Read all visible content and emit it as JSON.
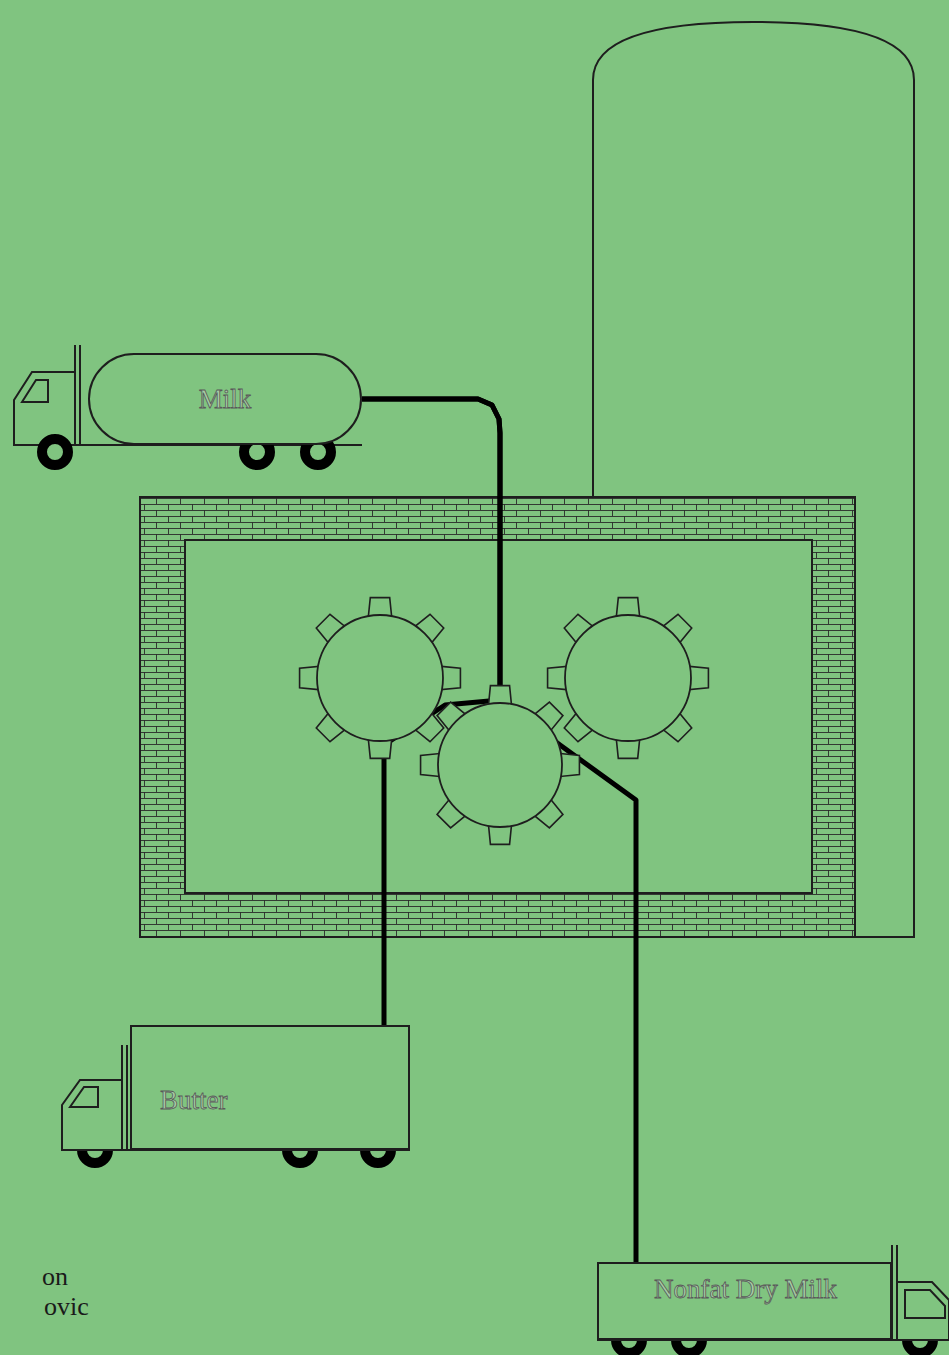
{
  "diagram": {
    "nodes": [
      {
        "text": [
          "Milk"
        ]
      },
      {
        "text": [
          "Butter"
        ]
      },
      {
        "text": [
          "Nonfat Dry Milk"
        ]
      }
    ],
    "edges": [
      {
        "from": 0,
        "to": 1,
        "arrow": "none"
      },
      {
        "from": 0,
        "to": 2,
        "arrow": "none"
      }
    ],
    "labels": [
      "on",
      "ovic"
    ]
  }
}
